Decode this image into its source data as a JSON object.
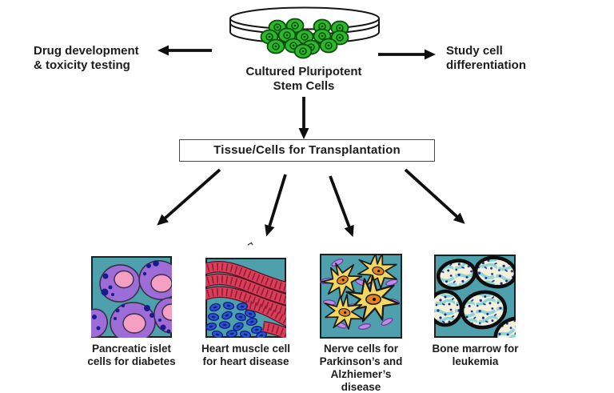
{
  "colors": {
    "background": "#ffffff",
    "ink": "#1d1d1d",
    "arrow": "#0f0f0f",
    "box_border": "#4a4a4a",
    "teal": "#4da0ac",
    "panel_border": "#1f1f1f",
    "dish_green": "#2db82d",
    "dish_green_dark": "#0d4f0d",
    "dish_line": "#151515",
    "purple": "#9d6cd6",
    "pink": "#f5a0c3",
    "navy": "#1a1a8e",
    "cell_outline": "#38304a",
    "red": "#dc3d59",
    "red_outline": "#551222",
    "red_stripe": "#8e2038",
    "blue": "#2a54d0",
    "blue_dark": "#0e2380",
    "yellow": "#f3d75f",
    "orange": "#e8821e",
    "lavender": "#bd8ce2",
    "lavender_dark": "#6b3fa0",
    "cream": "#f4f1da",
    "cyan": "#8ed6d6",
    "marrow_dot": "#1c2a96"
  },
  "dish": {
    "line1": "Cultured Pluripotent",
    "line2": "Stem Cells"
  },
  "branches": {
    "left": {
      "line1": "Drug development",
      "line2": "& toxicity testing"
    },
    "right": {
      "line1": "Study cell",
      "line2": "differentiation"
    }
  },
  "transplant_box": {
    "label": "Tissue/Cells for Transplantation"
  },
  "outcomes": [
    {
      "name": "pancreatic-islet-cells",
      "caption": [
        "Pancreatic islet",
        "cells for diabetes"
      ]
    },
    {
      "name": "heart-muscle-cells",
      "caption": [
        "Heart muscle cell",
        "for heart disease"
      ]
    },
    {
      "name": "nerve-cells",
      "caption": [
        "Nerve cells for",
        "Parkinson’s and",
        "Alzhiemer’s",
        "disease"
      ]
    },
    {
      "name": "bone-marrow",
      "caption": [
        "Bone marrow for",
        "leukemia"
      ]
    }
  ]
}
